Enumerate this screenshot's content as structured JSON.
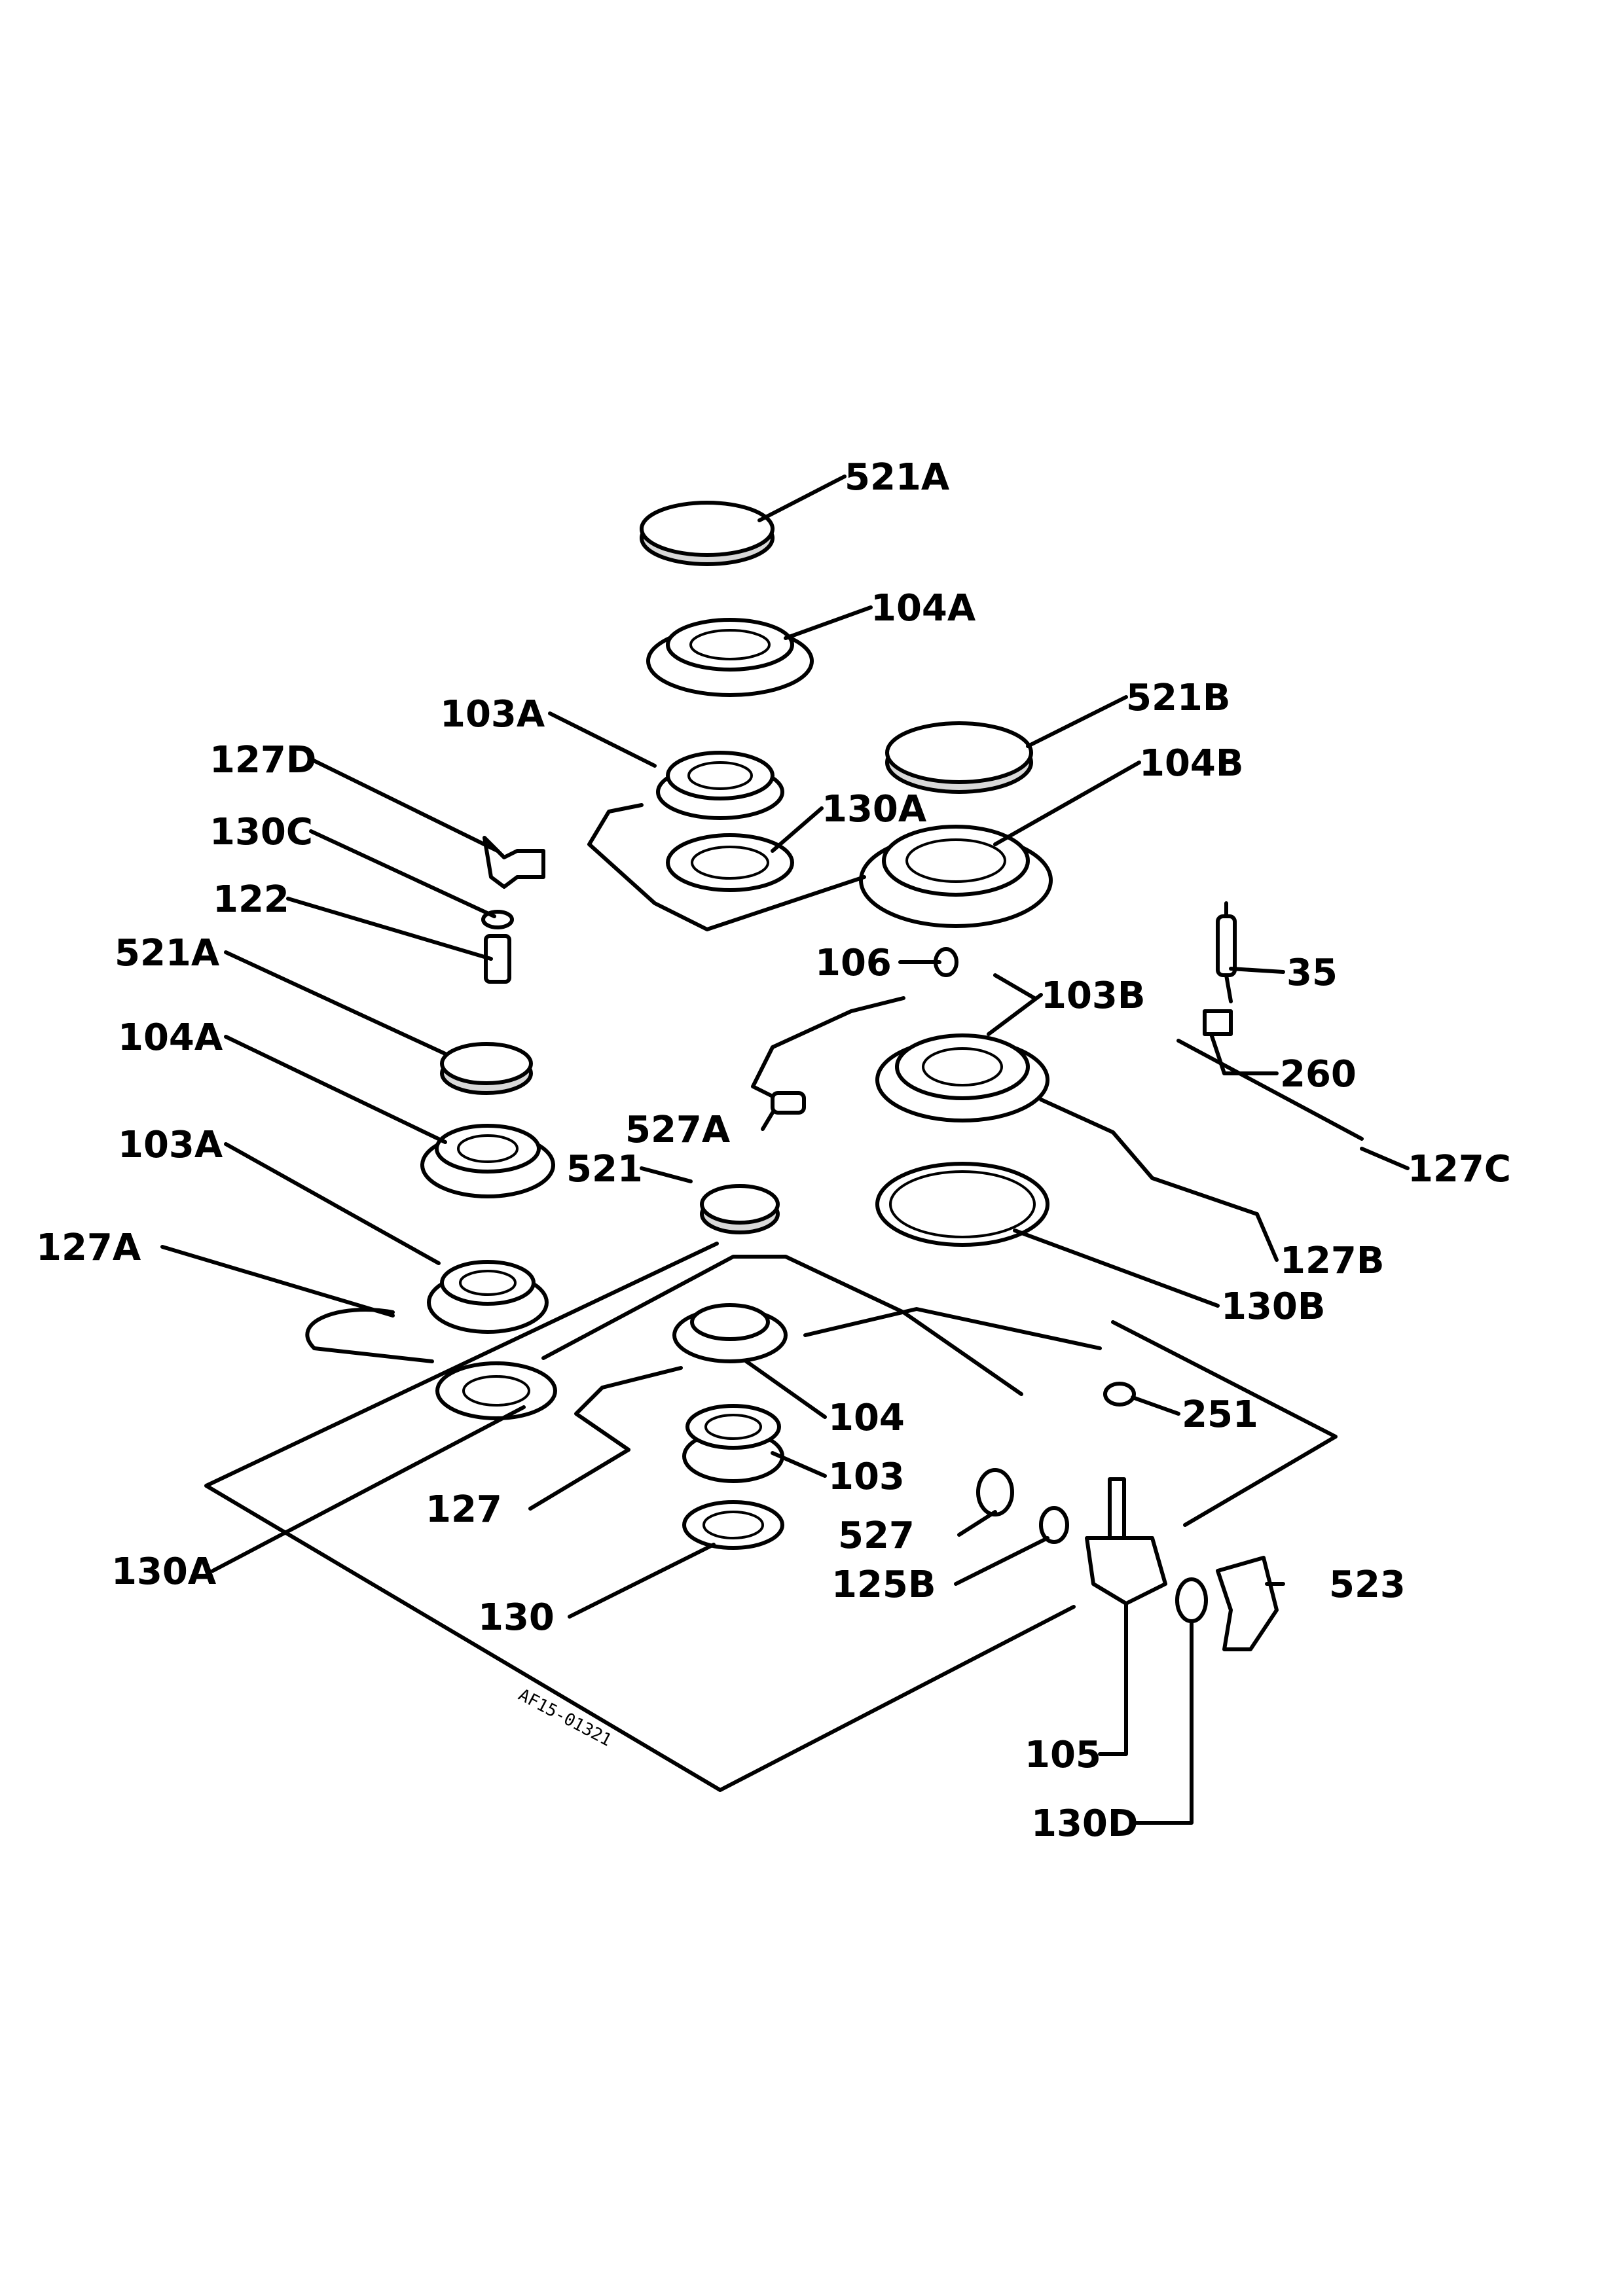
{
  "drawing_code": "AF15-01321",
  "labels": {
    "l521a_top": "521A",
    "l104a_top": "104A",
    "l521b": "521B",
    "l103a_top": "103A",
    "l104b": "104B",
    "l127d": "127D",
    "l130a_mid": "130A",
    "l130c": "130C",
    "l122": "122",
    "l106": "106",
    "l35": "35",
    "l521a_left": "521A",
    "l103b": "103B",
    "l104a_left": "104A",
    "l260": "260",
    "l527a": "527A",
    "l103a_left": "103A",
    "l521": "521",
    "l127c": "127C",
    "l127a": "127A",
    "l127b": "127B",
    "l130b": "130B",
    "l104": "104",
    "l251": "251",
    "l127": "127",
    "l103": "103",
    "l527": "527",
    "l130a_bottom": "130A",
    "l125b": "125B",
    "l523": "523",
    "l130": "130",
    "l105": "105",
    "l130d": "130D"
  }
}
